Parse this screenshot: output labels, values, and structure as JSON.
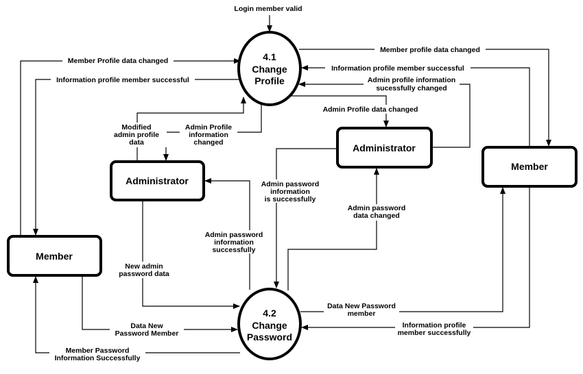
{
  "processes": {
    "p41": {
      "number": "4.1",
      "line1": "Change",
      "line2": "Profile"
    },
    "p42": {
      "number": "4.2",
      "line1": "Change",
      "line2": "Password"
    }
  },
  "entities": {
    "member_left": "Member",
    "member_right": "Member",
    "admin_left": "Administrator",
    "admin_right": "Administrator"
  },
  "flows": {
    "login_member_valid": "Login member valid",
    "member_profile_changed_left": "Member Profile data changed",
    "info_profile_success_left": "Information profile member successful",
    "member_profile_changed_right": "Member profile data changed",
    "info_profile_success_right": "Information profile member successful",
    "admin_profile_info_changed_1": "Admin profile information",
    "admin_profile_info_changed_2": "sucessfully changed",
    "admin_profile_data_changed": "Admin Profile data changed",
    "modified_admin_1": "Modified",
    "modified_admin_2": "admin profile",
    "modified_admin_3": "data",
    "admin_profile_changed_1": "Admin Profile",
    "admin_profile_changed_2": "information",
    "admin_profile_changed_3": "changed",
    "admin_pw_info_success_1": "Admin password",
    "admin_pw_info_success_2": "information",
    "admin_pw_info_success_3": "is successfully",
    "admin_pw_data_changed_1": "Admin password",
    "admin_pw_data_changed_2": "data changed",
    "admin_pw_info_successfully_1": "Admin password",
    "admin_pw_info_successfully_2": "information",
    "admin_pw_info_successfully_3": "successfully",
    "new_admin_pw_1": "New admin",
    "new_admin_pw_2": "password data",
    "data_new_pw_member_1": "Data New",
    "data_new_pw_member_2": "Password Member",
    "member_pw_info_success_1": "Member Password",
    "member_pw_info_success_2": "Information Successfully",
    "data_new_pw_right_1": "Data New Password",
    "data_new_pw_right_2": "member",
    "info_profile_success_bottom_1": "Information profile",
    "info_profile_success_bottom_2": "member successfully"
  }
}
